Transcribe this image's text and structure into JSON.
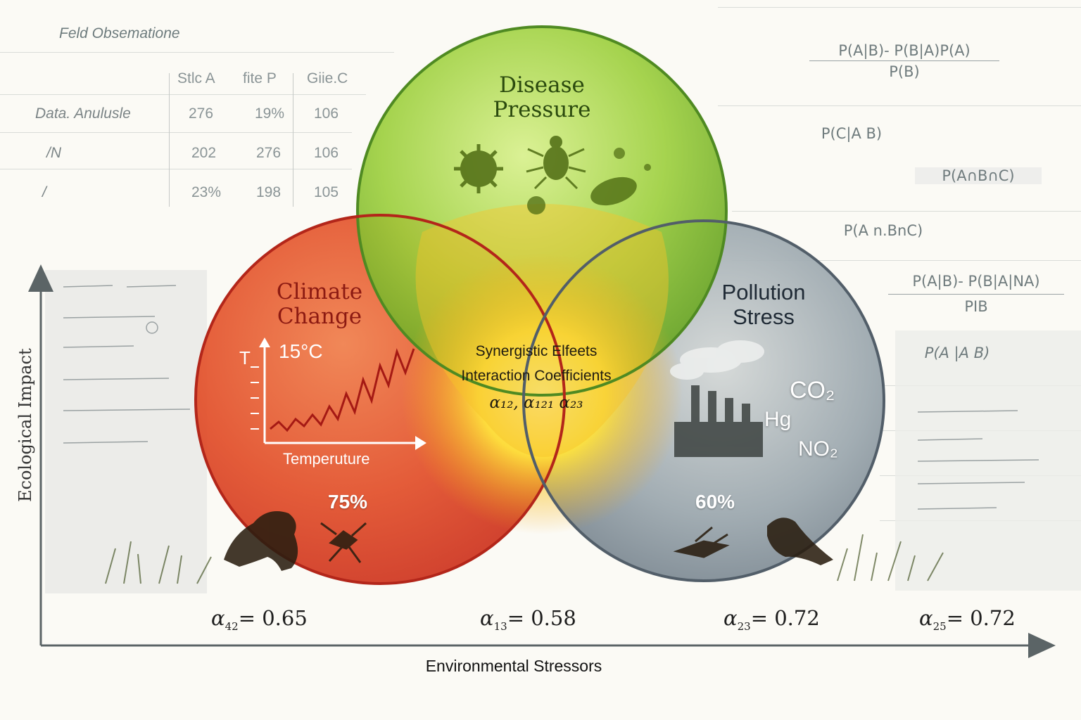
{
  "field_table": {
    "title": "Feld Obsematione",
    "headers": [
      "Stlc A",
      "fite P",
      "Giie.C"
    ],
    "rows": [
      {
        "label": "Data. Anulusle",
        "values": [
          "276",
          "19%",
          "106"
        ]
      },
      {
        "label": "/N",
        "values": [
          "202",
          "276",
          "106"
        ]
      },
      {
        "label": "/",
        "values": [
          "23%",
          "198",
          "105"
        ]
      }
    ]
  },
  "formulas": {
    "f1_top": "P(A|B)- P(B|A)P(A)",
    "f1_bottom": "P(B)",
    "f2": "P(C|A B)",
    "f3": "P(A∩B∩C)",
    "f4": "P(A n.BnC)",
    "f5_top": "P(A|B)- P(B|A|NA)",
    "f5_bottom": "PIB",
    "f6": "P(A |A B)"
  },
  "circles": {
    "disease": {
      "title_line1": "Disease",
      "title_line2": "Pressure",
      "color": "#7fbf2a"
    },
    "climate": {
      "title_line1": "Climate",
      "title_line2": "Change",
      "percent": "75%",
      "temp_label": "15°C",
      "axis_letter": "T",
      "chart_label": "Temperuture",
      "color": "#e0432a"
    },
    "pollution": {
      "title_line1": "Pollution",
      "title_line2": "Stress",
      "percent": "60%",
      "chem1": "CO₂",
      "chem2": "Hg",
      "chem3": "NO₂",
      "color": "#6d7b86"
    }
  },
  "center": {
    "line1": "Synergistic Elfeets",
    "line2": "Interaction Coefficients",
    "line3": "α₁₂, α₁₂₁ α₂₃"
  },
  "coefficients": [
    {
      "symbol": "α",
      "sub": "42",
      "value": "= 0.65"
    },
    {
      "symbol": "α",
      "sub": "13",
      "value": "= 0.58"
    },
    {
      "symbol": "α",
      "sub": "23",
      "value": "= 0.72"
    },
    {
      "symbol": "α",
      "sub": "25",
      "value": "= 0.72"
    }
  ],
  "axes": {
    "x_label": "Environmental Stressors",
    "y_label": "Ecological Impact"
  }
}
